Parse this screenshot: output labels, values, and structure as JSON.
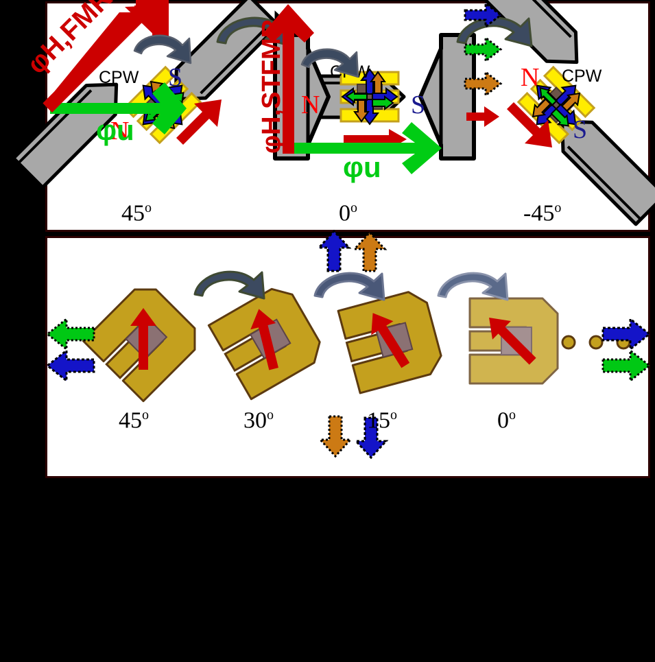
{
  "figure": {
    "background_color": "#000000",
    "panel_background": "#ffffff",
    "panel_border_color": "#2b0000"
  },
  "colors": {
    "magnet_gray": "#a8a8a8",
    "cpw_yellow": "#ffec00",
    "cpw_gold": "#c4a01e",
    "sample_brown": "#6b5449",
    "sample_mauve": "#8b7173",
    "arrow_red": "#cc0000",
    "arrow_blue": "#1414c8",
    "arrow_green": "#00c814",
    "arrow_orange": "#cc7a14",
    "rotation_arrow": "#3c4a60",
    "rotation_arrow_light": "#5a6a8a",
    "label_n": "#ff0000",
    "label_s": "#1b1b8f",
    "dot_gold": "#c4a01e"
  },
  "panel_fmr": {
    "name": "FMR electromagnet rotation panel",
    "cpw_label": "CPW",
    "stations": [
      {
        "angle_label": "45",
        "degree_symbol": "o",
        "pole_left": "N",
        "pole_right": "S",
        "rotation_deg": -45
      },
      {
        "angle_label": "0",
        "degree_symbol": "o",
        "pole_left": "N",
        "pole_right": "S",
        "rotation_deg": 0
      },
      {
        "angle_label": "-45",
        "degree_symbol": "o",
        "pole_left": "N",
        "pole_right": "S",
        "rotation_deg": 45
      }
    ],
    "rotation_arrows": 2
  },
  "panel_stfmr": {
    "name": "ST-FMR device rotation panel",
    "stations": [
      {
        "angle_label": "45",
        "degree_symbol": "o",
        "rotation_deg": -45
      },
      {
        "angle_label": "30",
        "degree_symbol": "o",
        "rotation_deg": -30
      },
      {
        "angle_label": "15",
        "degree_symbol": "o",
        "rotation_deg": -15
      },
      {
        "angle_label": "0",
        "degree_symbol": "o",
        "rotation_deg": 0
      }
    ],
    "rotation_arrows": 3,
    "ellipsis_dots": 3,
    "left_arrows": [
      "green-left",
      "blue-left"
    ],
    "right_arrows": [
      "blue-right",
      "green-right"
    ],
    "top_arrows": [
      "blue-up",
      "orange-up"
    ],
    "bottom_arrows": [
      "orange-down",
      "blue-down"
    ]
  },
  "panel_angles": {
    "name": "angle definition panel",
    "diagrams": [
      {
        "field_label": "φH,FMR",
        "axis_label": "φu",
        "field_arrow_direction": "diagonal-up-right",
        "axis_arrow_direction": "right"
      },
      {
        "field_label": "φH,STFMR",
        "axis_label": "φu",
        "field_arrow_direction": "up",
        "axis_arrow_direction": "right"
      }
    ],
    "legend": {
      "items": [
        {
          "name": "blue-arrow",
          "color": "#1414c8",
          "outline": "dashed"
        },
        {
          "name": "green-arrow",
          "color": "#00c814",
          "outline": "dotted"
        },
        {
          "name": "orange-arrow",
          "color": "#cc7a14",
          "outline": "dotted"
        },
        {
          "name": "red-arrow",
          "color": "#cc0000",
          "outline": "none"
        }
      ]
    }
  }
}
